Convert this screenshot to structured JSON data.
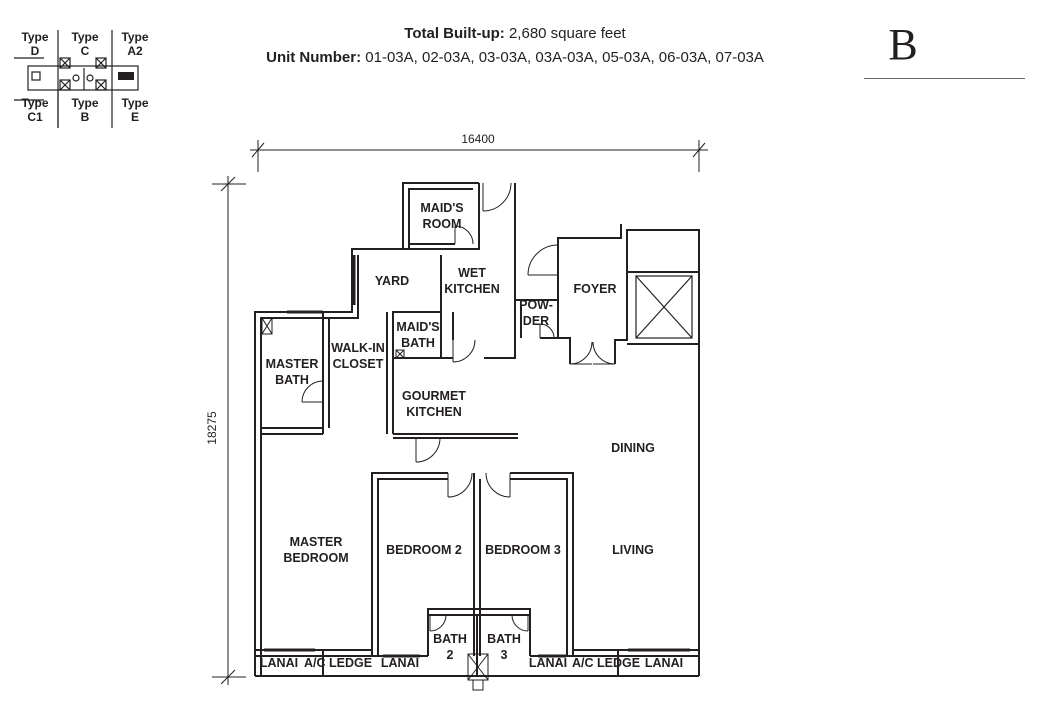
{
  "key_plan": {
    "labels": [
      {
        "id": "d",
        "line1": "Type",
        "line2": "D"
      },
      {
        "id": "c",
        "line1": "Type",
        "line2": "C"
      },
      {
        "id": "a2",
        "line1": "Type",
        "line2": "A2"
      },
      {
        "id": "c1",
        "line1": "Type",
        "line2": "C1"
      },
      {
        "id": "b",
        "line1": "Type",
        "line2": "B"
      },
      {
        "id": "e",
        "line1": "Type",
        "line2": "E"
      }
    ]
  },
  "header": {
    "builtup_label": "Total Built-up:",
    "builtup_value": "2,680 square feet",
    "unit_label": "Unit Number:",
    "unit_value": "01-03A, 02-03A, 03-03A, 03A-03A, 05-03A, 06-03A, 07-03A"
  },
  "unit_type": "B",
  "dimensions": {
    "width": "16400",
    "height": "18275"
  },
  "rooms": {
    "maids_room": [
      "MAID'S",
      "ROOM"
    ],
    "yard": "YARD",
    "wet_kitchen": [
      "WET",
      "KITCHEN"
    ],
    "powder": [
      "POW-",
      "DER"
    ],
    "foyer": "FOYER",
    "maids_bath": [
      "MAID'S",
      "BATH"
    ],
    "walk_in_closet": [
      "WALK-IN",
      "CLOSET"
    ],
    "master_bath": [
      "MASTER",
      "BATH"
    ],
    "gourmet_kitchen": [
      "GOURMET",
      "KITCHEN"
    ],
    "dining": "DINING",
    "master_bedroom": [
      "MASTER",
      "BEDROOM"
    ],
    "bedroom2": "BEDROOM 2",
    "bedroom3": "BEDROOM 3",
    "living": "LIVING",
    "bath2": [
      "BATH",
      "2"
    ],
    "bath3": [
      "BATH",
      "3"
    ],
    "lanai_1": "LANAI",
    "ac_ledge_1": "A/C LEDGE",
    "lanai_2": "LANAI",
    "lanai_3": "LANAI",
    "ac_ledge_2": "A/C LEDGE",
    "lanai_4": "LANAI"
  }
}
